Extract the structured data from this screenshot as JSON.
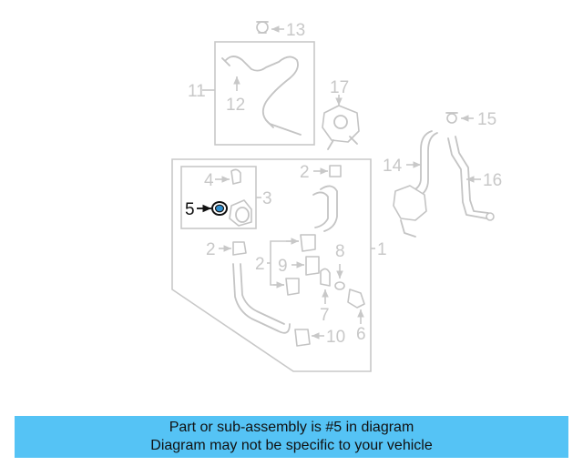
{
  "diagram": {
    "highlighted_callout": "5",
    "callouts": {
      "c1": "1",
      "c2a": "2",
      "c2b": "2",
      "c2c": "2",
      "c3": "3",
      "c4": "4",
      "c5": "5",
      "c6": "6",
      "c7": "7",
      "c8": "8",
      "c9": "9",
      "c10": "10",
      "c11": "11",
      "c12": "12",
      "c13": "13",
      "c14": "14",
      "c15": "15",
      "c16": "16",
      "c17": "17"
    },
    "colors": {
      "line": "#c8c8c8",
      "highlight": "#2f8fd0",
      "banner": "#55c3f5"
    }
  },
  "banner": {
    "line1": "Part or sub-assembly is #5 in diagram",
    "line2": "Diagram may not be specific to your vehicle"
  }
}
